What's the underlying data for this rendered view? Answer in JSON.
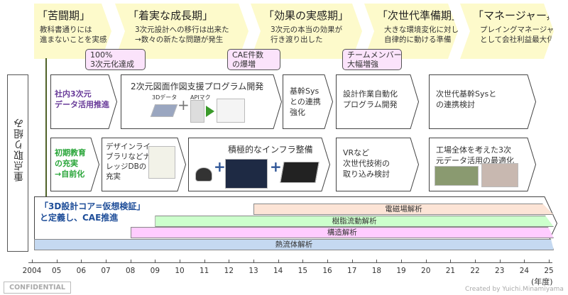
{
  "phases": [
    {
      "title": "「苦闘期」",
      "desc": [
        "教科書通りには",
        "進まないことを実感"
      ]
    },
    {
      "title": "「着実な成長期」",
      "desc": [
        "3次元設計への移行は出来た",
        "→数々の新たな問題が発生"
      ]
    },
    {
      "title": "「効果の実感期」",
      "desc": [
        "3次元の本当の効果が",
        "行き渡り出した"
      ]
    },
    {
      "title": "「次世代準備期」",
      "desc": [
        "大きな環境変化に対し",
        "自律的に動ける準備"
      ]
    },
    {
      "title": "「マネージャー期」",
      "desc": [
        "プレイングマネージャー",
        "として会社利益最大化"
      ]
    }
  ],
  "milestones": [
    [
      "100%",
      "3次元化達成"
    ],
    [
      "CAE件数",
      "の爆増"
    ],
    [
      "チームメンバー",
      "大幅増強"
    ]
  ],
  "side_label": "重点取り組み",
  "row1": {
    "label": [
      "社内3次元",
      "データ活用推進"
    ],
    "label_color": "#6a3d9a",
    "items": [
      [
        "2次元図面作図支援プログラム開発"
      ],
      [
        "基幹Sys",
        "との連携",
        "強化"
      ],
      [
        "設計作業自動化",
        "プログラム開発"
      ],
      [
        "次世代基幹Sysと",
        "の連携検討"
      ]
    ],
    "img_labels": [
      "3Dデータ",
      "APIマク"
    ]
  },
  "row2": {
    "label": [
      "初期教育",
      "の充実",
      "→自前化"
    ],
    "label_color": "#2aa63a",
    "items": [
      [
        "デザインライ",
        "ブラリなどナ",
        "レッジDBの",
        "充実"
      ],
      [
        "積極的なインフラ整備"
      ],
      [
        "VRなど",
        "次世代技術の",
        "取り込み検討"
      ],
      [
        "工場全体を考えた3次",
        "元データ活用の最適化"
      ]
    ]
  },
  "cae": {
    "title": [
      "「3D設計コア=仮想検証」",
      "と定義し、CAE推進"
    ],
    "title_color": "#1f4e99",
    "bars": [
      {
        "label": "電磁場解析",
        "from": 2013,
        "color": "#fce4d6"
      },
      {
        "label": "樹脂流動解析",
        "from": 2009,
        "color": "#ccffcc"
      },
      {
        "label": "構造解析",
        "from": 2008,
        "color": "#ffccff"
      },
      {
        "label": "熱流体解析",
        "from": 2004,
        "color": "#c5d9f1"
      }
    ]
  },
  "axis": {
    "years": [
      "2004",
      "05",
      "06",
      "07",
      "08",
      "09",
      "10",
      "11",
      "12",
      "13",
      "14",
      "15",
      "16",
      "17",
      "18",
      "19",
      "20",
      "21",
      "22",
      "23",
      "24",
      "25"
    ],
    "unit": "(年度)"
  },
  "footer": {
    "confidential": "CONFIDENTIAL",
    "credit": "Created by Yuichi.Minamiyama"
  },
  "colors": {
    "phase": "#fdfacb",
    "milestone": "#fbe3fb",
    "timeline_line": "#4f6228"
  }
}
